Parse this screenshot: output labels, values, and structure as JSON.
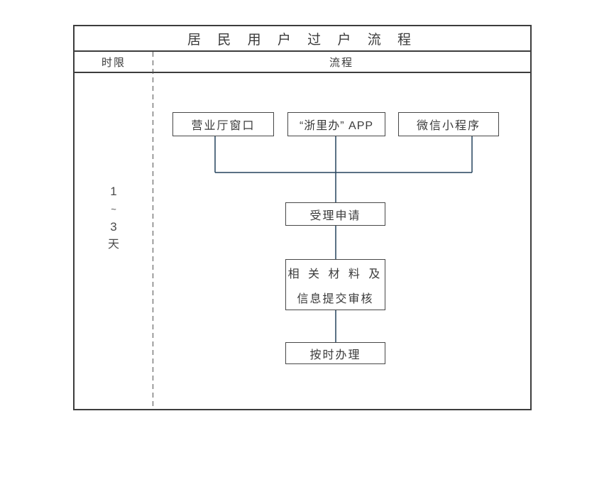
{
  "title": "居 民 用 户 过 户 流 程",
  "header": {
    "time_limit": "时限",
    "process": "流程"
  },
  "time_limit": {
    "value_top": "1",
    "tilde": "~",
    "value_bottom": "3",
    "unit": "天"
  },
  "flow": {
    "channels": [
      "营业厅窗口",
      "“浙里办” APP",
      "微信小程序"
    ],
    "step_accept": "受理申请",
    "step_review_line1": "相 关 材 料 及",
    "step_review_line2": "信息提交审核",
    "step_complete": "按时办理"
  },
  "colors": {
    "connector": "#24425c",
    "box_border": "#474747",
    "table_border": "#3d3d3d",
    "text": "#3a3a3a"
  }
}
